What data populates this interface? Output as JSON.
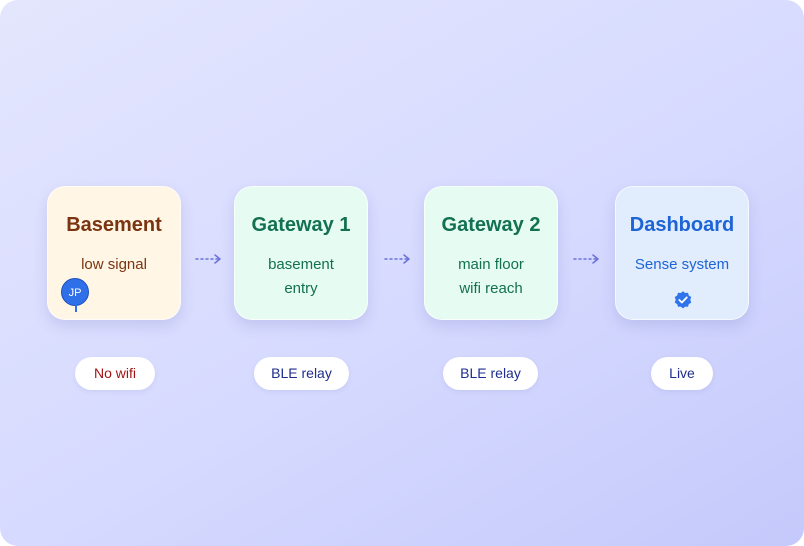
{
  "nodes": {
    "basement": {
      "title": "Basement",
      "subtitle": "low signal",
      "avatar_initials": "JP",
      "avatar_color": "#2f6fe8"
    },
    "gateway1": {
      "title": "Gateway 1",
      "line1": "basement",
      "line2": "entry"
    },
    "gateway2": {
      "title": "Gateway 2",
      "line1": "main floor",
      "line2": "wifi reach"
    },
    "dashboard": {
      "title": "Dashboard",
      "subtitle": "Sense system",
      "status_icon": "verified-badge-icon"
    }
  },
  "connections": [
    {
      "from": "basement",
      "to": "gateway1",
      "style": "dotted-arrow"
    },
    {
      "from": "gateway1",
      "to": "gateway2",
      "style": "dotted-arrow"
    },
    {
      "from": "gateway2",
      "to": "dashboard",
      "style": "dotted-arrow"
    }
  ],
  "labels": {
    "basement": "No wifi",
    "gateway1": "BLE relay",
    "gateway2": "BLE relay",
    "dashboard": "Live"
  },
  "colors": {
    "basement_fill": "#fff6e6",
    "basement_text": "#7a3410",
    "gateway_fill": "#e6fcf3",
    "gateway_text": "#137052",
    "dashboard_fill": "#e1ecfd",
    "dashboard_text": "#1d64d6",
    "arrow": "#6b72d8",
    "no_wifi_text": "#a31515",
    "pill_text": "#1f2d8f"
  }
}
